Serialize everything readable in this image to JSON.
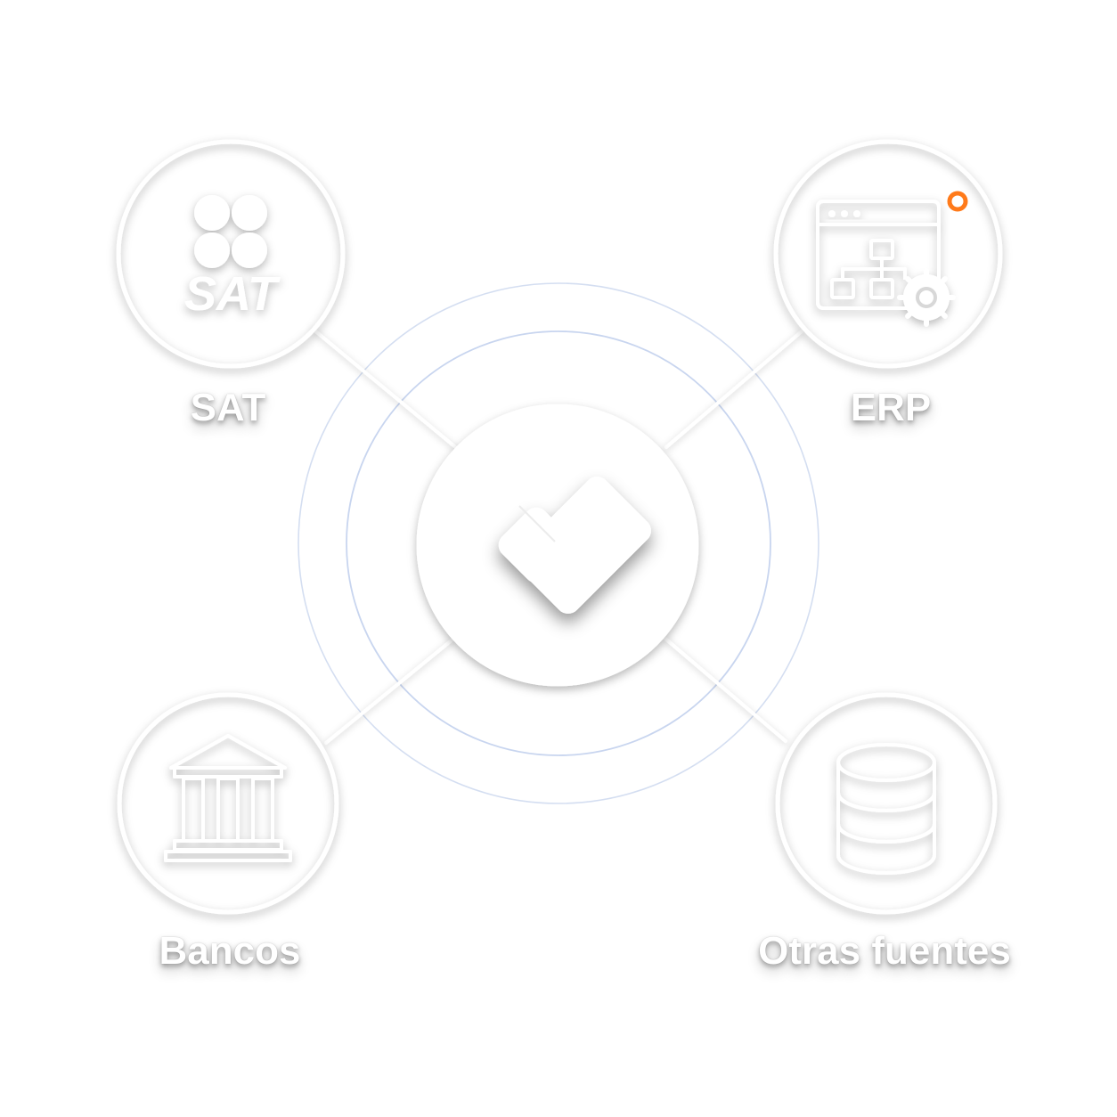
{
  "nodes": {
    "sat": {
      "label": "SAT",
      "logo_text": "SAT",
      "icon": "sat-logo-icon"
    },
    "erp": {
      "label": "ERP",
      "icon": "erp-workflow-icon",
      "badge_color": "#ff7a1a"
    },
    "bancos": {
      "label": "Bancos",
      "icon": "bank-icon"
    },
    "otras": {
      "label": "Otras fuentes",
      "icon": "database-icon"
    }
  },
  "hub": {
    "icon": "brand-diamond-logo-icon"
  },
  "colors": {
    "stroke": "#ffffff",
    "ripple": "#c9d6ee",
    "accent": "#ff7a1a"
  }
}
